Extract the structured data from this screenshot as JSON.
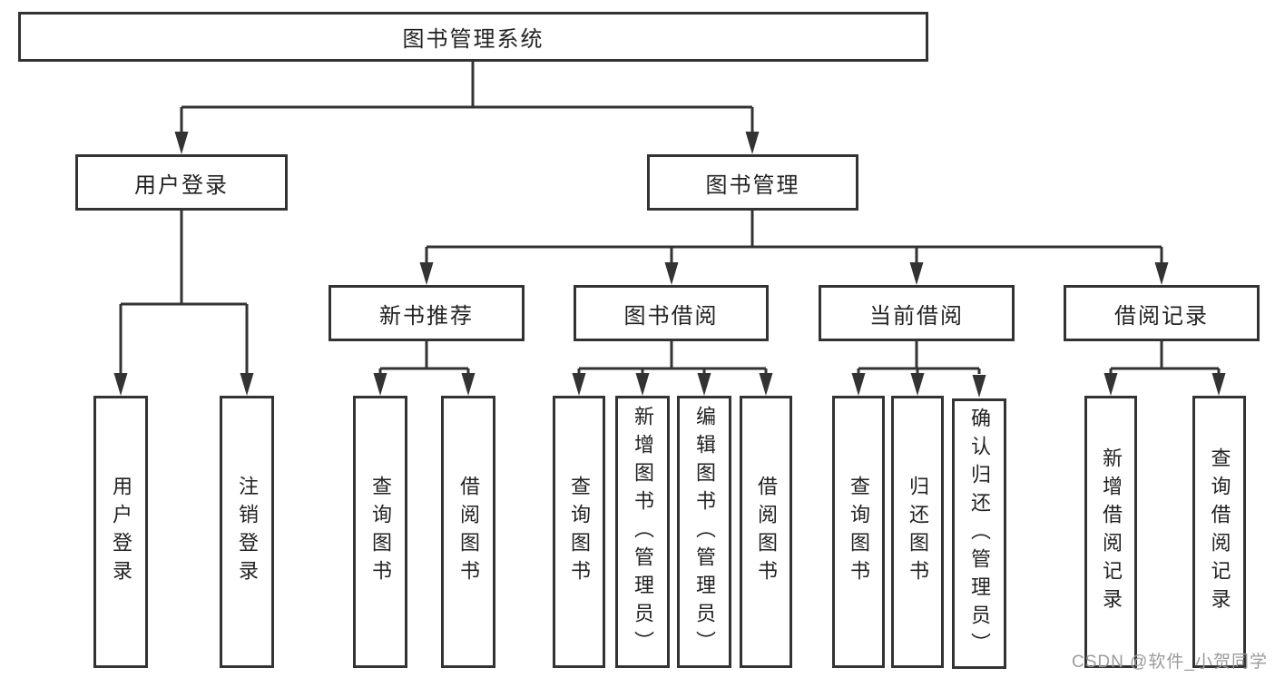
{
  "nodes": {
    "root": "图书管理系统",
    "user_login": "用户登录",
    "book_mgmt": "图书管理",
    "new_book_rec": "新书推荐",
    "book_borrow": "图书借阅",
    "current_borrow": "当前借阅",
    "borrow_record": "借阅记录",
    "leaf_user_login": "用户登录",
    "leaf_logout": "注销登录",
    "leaf_query_book_1": "查询图书",
    "leaf_borrow_book_1": "借阅图书",
    "leaf_query_book_2": "查询图书",
    "leaf_add_book": "新增图书（管理员）",
    "leaf_edit_book": "编辑图书（管理员）",
    "leaf_borrow_book_2": "借阅图书",
    "leaf_query_book_3": "查询图书",
    "leaf_return_book": "归还图书",
    "leaf_confirm_return": "确认归还（管理员）",
    "leaf_add_record": "新增借阅记录",
    "leaf_query_record": "查询借阅记录"
  },
  "hierarchy": {
    "label": "图书管理系统",
    "children": [
      {
        "label": "用户登录",
        "children": [
          {
            "label": "用户登录"
          },
          {
            "label": "注销登录"
          }
        ]
      },
      {
        "label": "图书管理",
        "children": [
          {
            "label": "新书推荐",
            "children": [
              {
                "label": "查询图书"
              },
              {
                "label": "借阅图书"
              }
            ]
          },
          {
            "label": "图书借阅",
            "children": [
              {
                "label": "查询图书"
              },
              {
                "label": "新增图书（管理员）"
              },
              {
                "label": "编辑图书（管理员）"
              },
              {
                "label": "借阅图书"
              }
            ]
          },
          {
            "label": "当前借阅",
            "children": [
              {
                "label": "查询图书"
              },
              {
                "label": "归还图书"
              },
              {
                "label": "确认归还（管理员）"
              }
            ]
          },
          {
            "label": "借阅记录",
            "children": [
              {
                "label": "新增借阅记录"
              },
              {
                "label": "查询借阅记录"
              }
            ]
          }
        ]
      }
    ]
  },
  "watermark": "CSDN @软件_小贺同学",
  "colors": {
    "line": "#333333",
    "text": "#222222",
    "watermark": "#9b9b9b",
    "background": "#ffffff"
  }
}
